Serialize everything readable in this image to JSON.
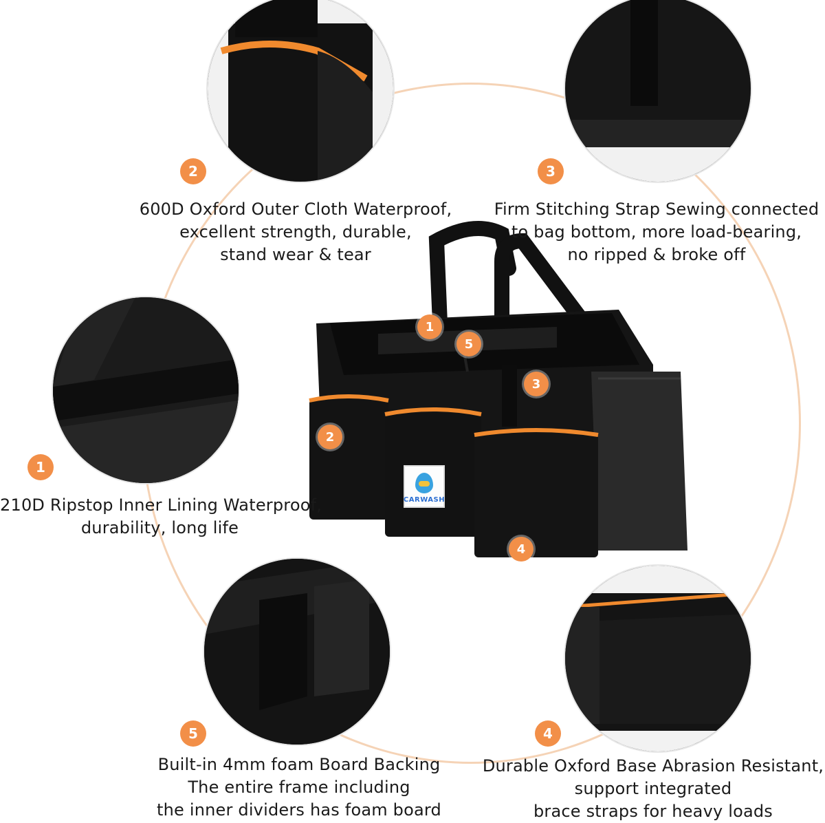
{
  "colors": {
    "accent": "#f28f48",
    "ring": "#f5d3b6",
    "bag": "#151515",
    "trim": "#f08a2e"
  },
  "features": [
    {
      "number": "1",
      "lines": [
        "210D Ripstop Inner Lining Waterproof,",
        "durability, long life"
      ]
    },
    {
      "number": "2",
      "lines": [
        "600D Oxford Outer Cloth Waterproof,",
        "excellent strength, durable,",
        "stand wear & tear"
      ]
    },
    {
      "number": "3",
      "lines": [
        "Firm Stitching Strap Sewing connected",
        "to bag bottom, more load-bearing,",
        "no ripped & broke off"
      ]
    },
    {
      "number": "4",
      "lines": [
        "Durable Oxford Base Abrasion Resistant,",
        "support integrated",
        "brace straps for heavy loads"
      ]
    },
    {
      "number": "5",
      "lines": [
        "Built-in 4mm foam Board Backing",
        "The entire frame including",
        "the inner dividers has foam board"
      ]
    }
  ],
  "bag_markers": [
    "1",
    "5",
    "3",
    "2",
    "4"
  ],
  "logo": {
    "text": "CARWASH"
  }
}
